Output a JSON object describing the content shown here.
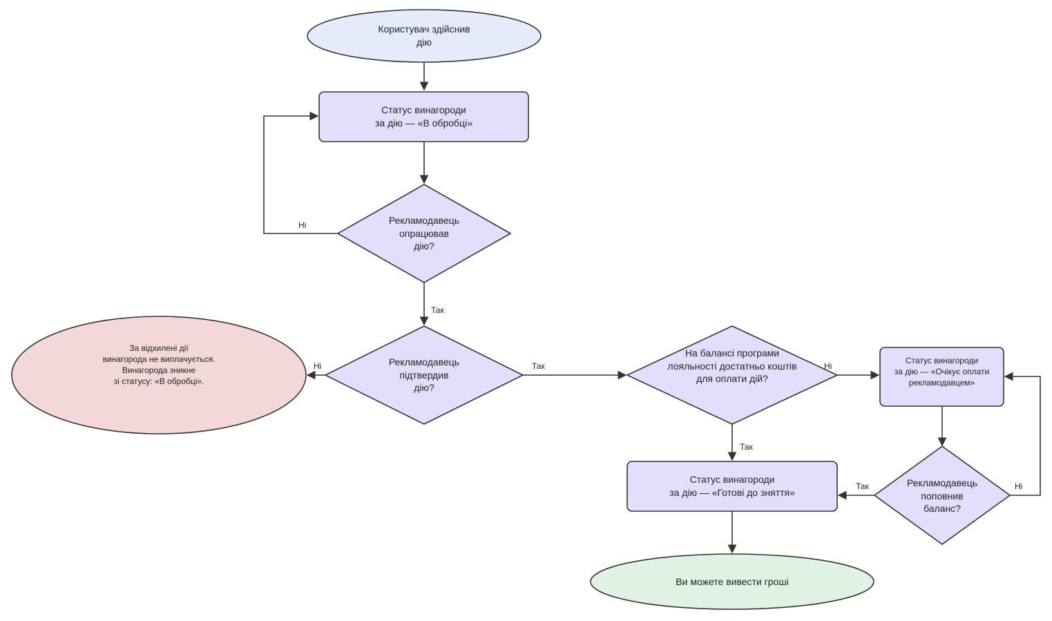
{
  "colors": {
    "process_fill": "#e4defc",
    "start_fill": "#e6ebfb",
    "reject_fill": "#f2d8d8",
    "final_fill": "#dff2e4",
    "stroke": "#333333"
  },
  "nodes": {
    "start": "Користувач здійснив\nдію",
    "status_processing": "Статус винагороди\nза дію — «В обробці»",
    "decision_processed": "Рекламодавець\nопрацював\nдію?",
    "decision_confirmed": "Рекламодавець\nпідтвердив\nдію?",
    "rejected_note": "За відхилені дії\nвинагорода не виплачується.\nВинагорода зникне\nзі статусу: «В обробці».",
    "decision_balance": "На балансі програми\nлояльності достатньо коштів\nдля оплати дій?",
    "status_awaiting": "Статус винагороди\nза дію — «Очікує оплати\nрекламодавцем»",
    "decision_topup": "Рекламодавець\nпоповнив\nбаланс?",
    "status_ready": "Статус винагороди\nза дію — «Готові до зняття»",
    "final": "Ви можете вивести гроші"
  },
  "edge_labels": {
    "processed_no": "Ні",
    "processed_yes": "Так",
    "confirmed_no": "Ні",
    "confirmed_yes": "Так",
    "balance_no": "Ні",
    "balance_yes": "Так",
    "topup_yes": "Так",
    "topup_no": "Ні"
  }
}
